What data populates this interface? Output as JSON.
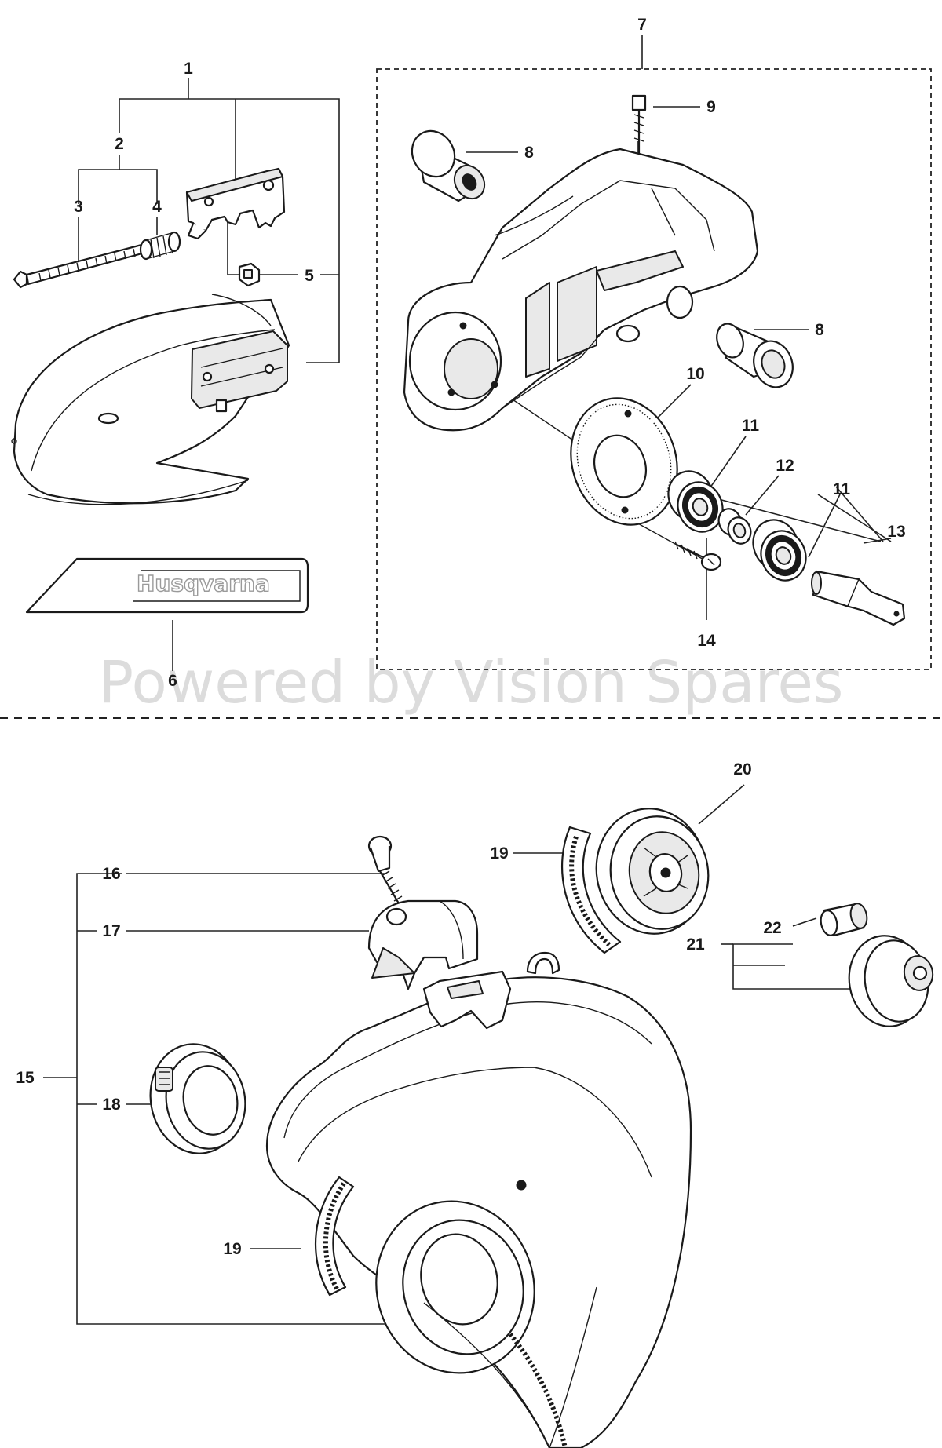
{
  "watermark": "Powered by Vision Spares",
  "logo_text": "Husqvarna",
  "callouts": [
    "1",
    "2",
    "3",
    "4",
    "5",
    "6",
    "7",
    "8",
    "9",
    "8",
    "10",
    "11",
    "12",
    "11",
    "13",
    "14",
    "15",
    "16",
    "17",
    "18",
    "19",
    "20",
    "19",
    "21",
    "22"
  ]
}
